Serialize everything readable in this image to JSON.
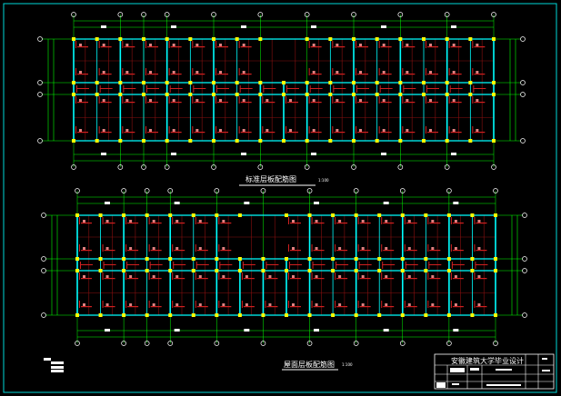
{
  "plans": [
    {
      "title": "标准层板配筋图",
      "scale": "1:100"
    },
    {
      "title": "屋面层板配筋图",
      "scale": "1:100"
    }
  ],
  "title_block": {
    "school": "安徽建筑大学毕业设计"
  },
  "colors": {
    "frame": "#00d8d8",
    "axis": "#00ff00",
    "beam": "#00ffff",
    "column": "#ffff00",
    "rebar": "#d02020",
    "rebar_tag": "#e08080",
    "text": "#ffffff"
  }
}
